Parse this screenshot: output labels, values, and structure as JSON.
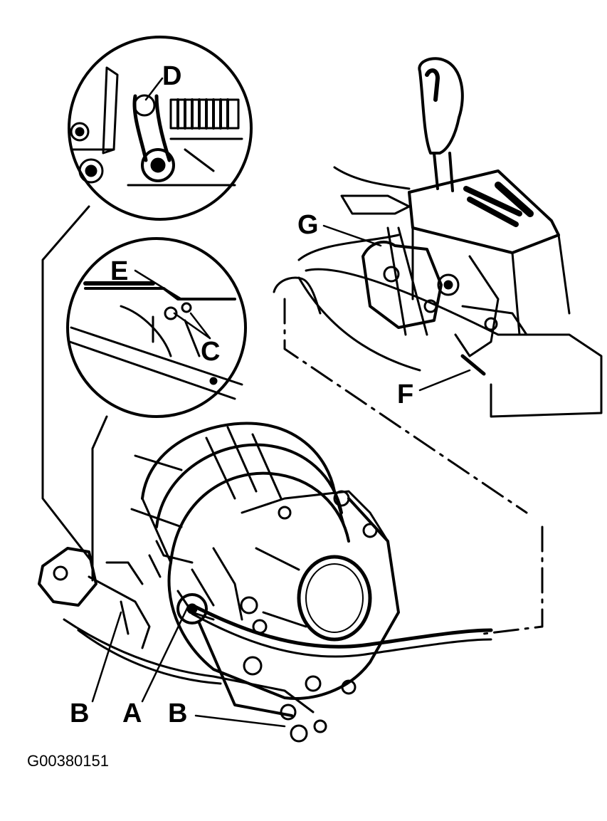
{
  "figure": {
    "id_text": "G00380151"
  },
  "callouts": {
    "a": "A",
    "b_left": "B",
    "b_right": "B",
    "c": "C",
    "d": "D",
    "e": "E",
    "f": "F",
    "g": "G"
  },
  "colors": {
    "ink": "#000000",
    "paper": "#ffffff"
  }
}
